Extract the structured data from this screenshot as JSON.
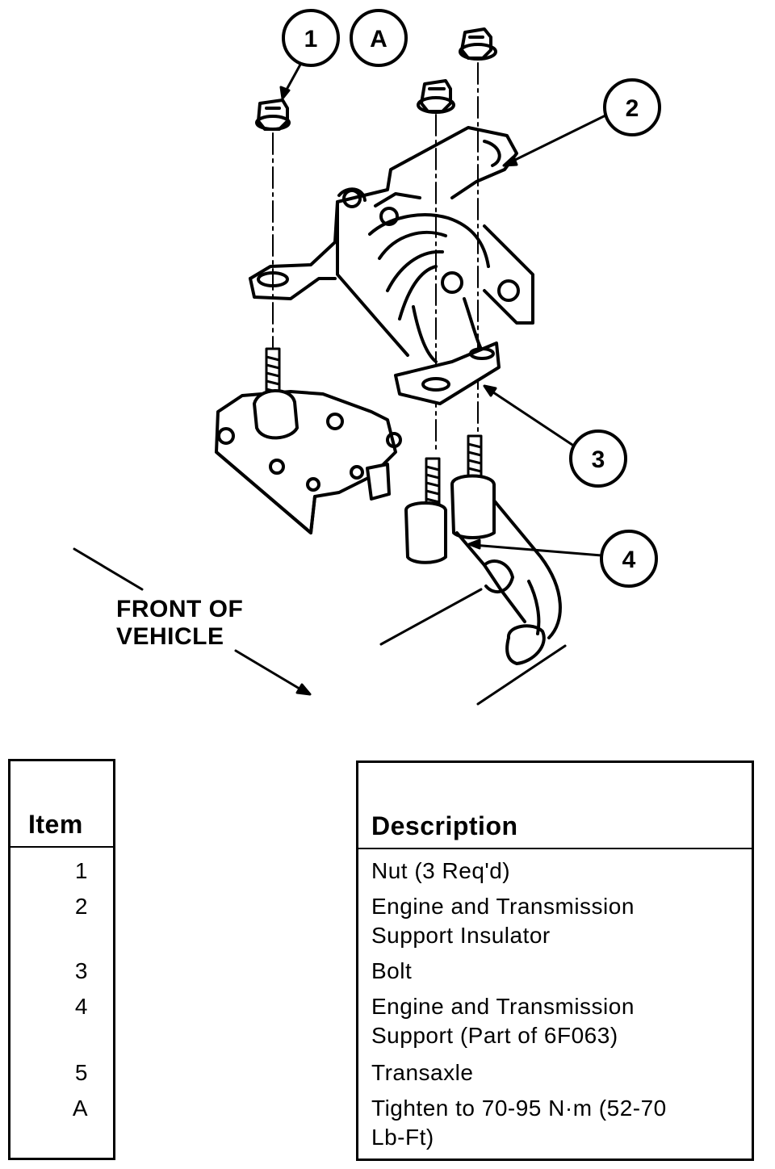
{
  "callouts": [
    "1",
    "A",
    "2",
    "3",
    "4"
  ],
  "front_label": [
    "FRONT OF",
    "VEHICLE"
  ],
  "table": {
    "item_header": "Item",
    "description_header": "Description",
    "rows": [
      {
        "item": "1",
        "description": [
          "Nut (3 Req'd)"
        ]
      },
      {
        "item": "2",
        "description": [
          "Engine and Transmission",
          "Support Insulator"
        ]
      },
      {
        "item": "3",
        "description": [
          "Bolt"
        ]
      },
      {
        "item": "4",
        "description": [
          "Engine and Transmission",
          "Support (Part of 6F063)"
        ]
      },
      {
        "item": "5",
        "description": [
          "Transaxle"
        ]
      },
      {
        "item": "A",
        "description": [
          "Tighten to 70-95 N·m (52-70",
          "Lb-Ft)"
        ]
      }
    ]
  }
}
